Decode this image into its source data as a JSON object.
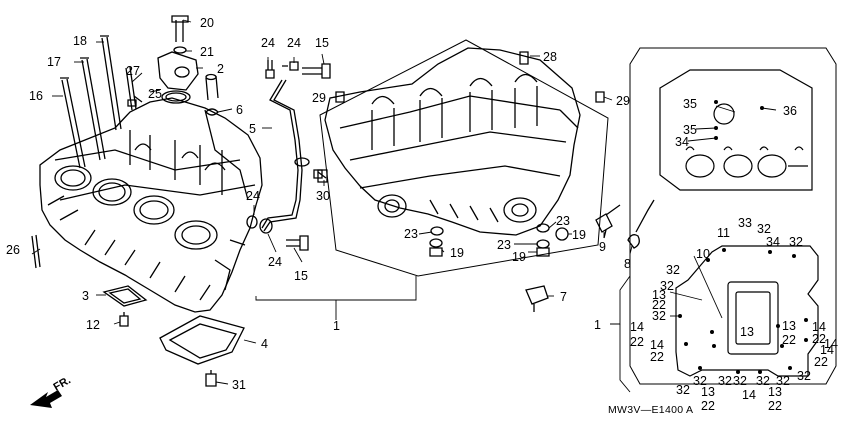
{
  "diagram": {
    "drawing_code": "MW3V—E1400 A",
    "front_label": "FR.",
    "callouts": {
      "c1a": "1",
      "c1b": "1",
      "c2": "2",
      "c3": "3",
      "c4": "4",
      "c5": "5",
      "c6": "6",
      "c7": "7",
      "c8": "8",
      "c9": "9",
      "c10": "10",
      "c11": "11",
      "c12": "12",
      "c13a": "13",
      "c13b": "13",
      "c13c": "13",
      "c13d": "13",
      "c13e": "13",
      "c14a": "14",
      "c14b": "14",
      "c14c": "14",
      "c14d": "14",
      "c14e": "14",
      "c14f": "14",
      "c15a": "15",
      "c15b": "15",
      "c16": "16",
      "c17": "17",
      "c18": "18",
      "c19a": "19",
      "c19b": "19",
      "c19c": "19",
      "c20": "20",
      "c21": "21",
      "c22a": "22",
      "c22b": "22",
      "c22c": "22",
      "c22d": "22",
      "c22e": "22",
      "c22f": "22",
      "c22g": "22",
      "c23a": "23",
      "c23b": "23",
      "c23c": "23",
      "c24a": "24",
      "c24b": "24",
      "c24c": "24",
      "c24d": "24",
      "c25": "25",
      "c26": "26",
      "c27": "27",
      "c28": "28",
      "c29a": "29",
      "c29b": "29",
      "c30": "30",
      "c31": "31",
      "c32a": "32",
      "c32b": "32",
      "c32c": "32",
      "c32d": "32",
      "c32e": "32",
      "c32f": "32",
      "c32g": "32",
      "c32h": "32",
      "c32i": "32",
      "c32j": "32",
      "c32k": "32",
      "c32l": "32",
      "c32m": "32",
      "c33": "33",
      "c34a": "34",
      "c34b": "34",
      "c35a": "35",
      "c35b": "35",
      "c36": "36"
    }
  }
}
